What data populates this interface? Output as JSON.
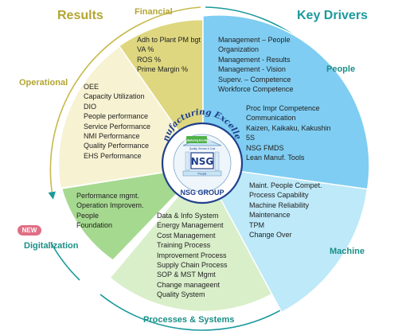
{
  "headings": {
    "results": "Results",
    "key_drivers": "Key Drivers"
  },
  "categories": {
    "financial": "Financial",
    "operational": "Operational",
    "digitalization": "Digitalization",
    "people": "People",
    "machine": "Machine",
    "processes_systems": "Processes & Systems"
  },
  "new_badge": "NEW",
  "segments": {
    "financial": [
      "Adh to Plant PM bgt",
      "VA %",
      "ROS %",
      "Prime Margin %"
    ],
    "operational": [
      "OEE",
      "Capacity Utilization",
      "DIO",
      "People performance",
      "Service Performance",
      "NMI Performance",
      "Quality Performance",
      "EHS Performance"
    ],
    "digitalization": [
      "Performance mgmt.",
      "Operation Improvem.",
      "People",
      "Foundation"
    ],
    "people_top": [
      "Management – People",
      "Organization",
      "Management - Results",
      "Management  - Vision",
      "Superv. – Competence",
      "Workforce   Competence"
    ],
    "people_bottom": [
      "Proc Impr Competence",
      "Communication",
      "Kaizen, Kaikaku, Kakushin",
      "5S",
      "NSG FMDS",
      "Lean Manuf. Tools"
    ],
    "machine": [
      "Maint. People Compet.",
      "Process Capability",
      "Machine Reliability",
      "Maintenance",
      "TPM",
      "Change Over"
    ],
    "processes": [
      "Data & Info System",
      "Energy Management",
      "Cost Management",
      "Training  Process",
      "Improvement  Process",
      "Supply  Chain Process",
      "SOP & MST Mgmt",
      "Change manageent",
      "Quality System"
    ]
  },
  "center": {
    "arc_text": "Manufacturing Excellence",
    "logo": "NSG",
    "group": "NSG GROUP",
    "house_title": "Manufacturing Excellence",
    "house_caption": "Quality, Service & Cost",
    "house_base": "People"
  },
  "colors": {
    "results_gold": "#b3a532",
    "key_drivers_teal": "#1b9a9c",
    "category_teal": "#1a8f86",
    "financial": "#ded77f",
    "operational": "#f7f2d2",
    "digitalization": "#a5d98f",
    "people": "#7fcdf2",
    "machine": "#bde9f9",
    "processes": "#d9efca",
    "badge": "#e06f85",
    "navy": "#1f3f8c"
  }
}
